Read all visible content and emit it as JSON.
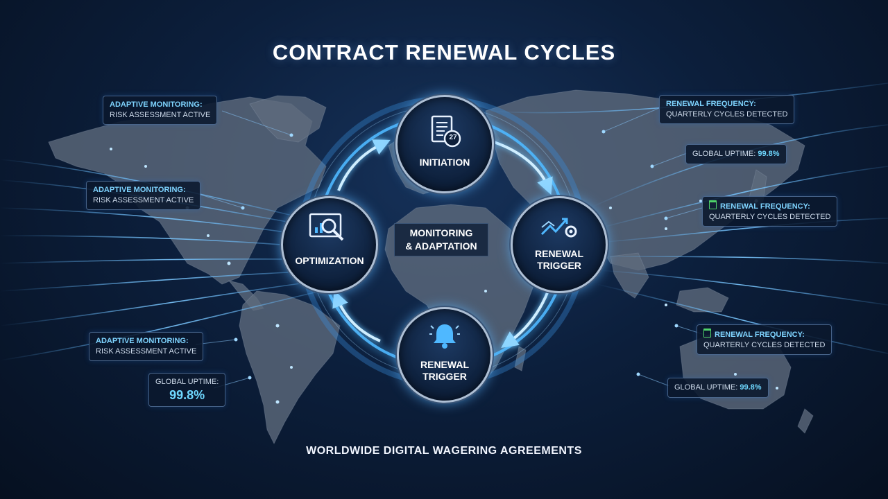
{
  "title": "CONTRACT RENEWAL CYCLES",
  "subtitle": "WORLDWIDE DIGITAL WAGERING AGREEMENTS",
  "center": {
    "line1": "MONITORING",
    "line2": "& ADAPTATION"
  },
  "nodes": {
    "initiation": {
      "label": "INITIATION",
      "icon": "document-icon",
      "badge": "27"
    },
    "renewal_trigger_right": {
      "line1": "RENEWAL",
      "line2": "TRIGGER",
      "icon": "growth-gear-icon"
    },
    "renewal_trigger_bottom": {
      "line1": "RENEWAL",
      "line2": "TRIGGER",
      "icon": "bell-icon"
    },
    "optimization": {
      "label": "OPTIMIZATION",
      "icon": "magnifier-chart-icon"
    }
  },
  "callouts": {
    "left1": {
      "head": "ADAPTIVE MONITORING:",
      "line": "RISK ASSESSMENT ACTIVE"
    },
    "left2": {
      "head": "ADAPTIVE MONITORING:",
      "line": "RISK ASSESSMENT ACTIVE"
    },
    "left3": {
      "head": "ADAPTIVE MONITORING:",
      "line": "RISK ASSESSMENT ACTIVE"
    },
    "left4": {
      "head": "GLOBAL UPTIME:",
      "value": "99.8%"
    },
    "right1": {
      "head": "RENEWAL FREQUENCY:",
      "line": "QUARTERLY CYCLES DETECTED"
    },
    "right2": {
      "head": "GLOBAL UPTIME:",
      "value": "99.8%"
    },
    "right3": {
      "head": "RENEWAL FREQUENCY:",
      "line": "QUARTERLY CYCLES DETECTED"
    },
    "right4": {
      "head": "RENEWAL FREQUENCY:",
      "line": "QUARTERLY CYCLES DETECTED"
    },
    "right5": {
      "head": "GLOBAL UPTIME:",
      "value": "99.8%"
    }
  },
  "colors": {
    "accent": "#4fb8ff",
    "glow": "#5ab4ff",
    "background": "#0c1f3c"
  }
}
